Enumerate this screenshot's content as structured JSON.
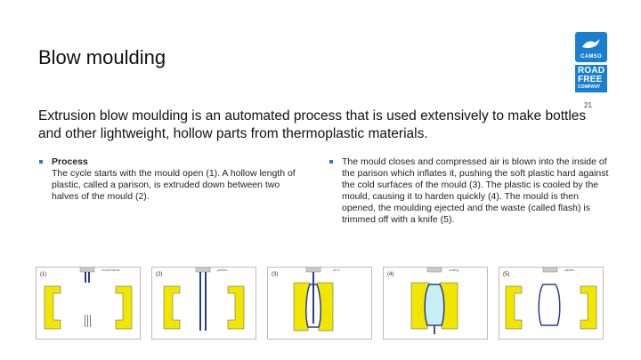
{
  "slide": {
    "title": "Blow moulding",
    "page_number": "21",
    "intro": "Extrusion blow moulding is an automated  process that is used extensively to make bottles and other lightweight, hollow parts from thermoplastic materials."
  },
  "logo": {
    "brand": "CAMSO",
    "line1": "ROAD",
    "line2": "FREE",
    "line3": "COMPANY",
    "color": "#1a7fd0"
  },
  "left_column": {
    "heading": "Process",
    "text": "The cycle starts with the mould open (1). A hollow length of plastic, called a parison, is extruded down between two halves of the mould (2)."
  },
  "right_column": {
    "text": "The mould closes and compressed air is blown into the inside of the parison which inflates it, pushing the soft plastic hard against the cold surfaces of the mould (3). The plastic is cooled by the mould, causing it to harden quickly (4).  The mould is then opened, the moulding ejected and the waste (called flash) is trimmed off with a knife (5)."
  },
  "diagram": {
    "stages": [
      {
        "label": "(1)",
        "caption": "mould halves"
      },
      {
        "label": "(2)",
        "caption": "parison"
      },
      {
        "label": "(3)",
        "caption": "air in"
      },
      {
        "label": "(4)",
        "caption": "cooling"
      },
      {
        "label": "(5)",
        "caption": "ejected"
      }
    ],
    "mould_color": "#f2e600",
    "parison_color": "#2b3a8f",
    "cooling_fill": "#c8eef7"
  }
}
